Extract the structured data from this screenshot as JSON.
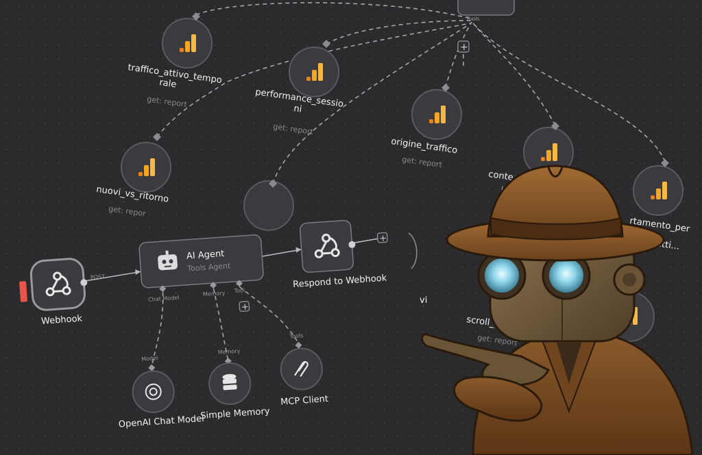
{
  "tools_top": [
    {
      "name": "traffico_attivo_tempo",
      "name2": "rale",
      "sub": "get: report"
    },
    {
      "name": "performance_sessio",
      "name2": "ni",
      "sub": "get: report"
    },
    {
      "name": "origine_traffico",
      "name2": "",
      "sub": "get: report"
    },
    {
      "name": "conte",
      "name2": "i_",
      "sub": ""
    },
    {
      "name": "nuovi_vs_ritorno",
      "name2": "",
      "sub": "get: repor"
    },
    {
      "name": "rtamento_per",
      "name2": "_della_setti...",
      "sub": ""
    },
    {
      "name": "scroll_",
      "name2": "",
      "sub": "get: report"
    }
  ],
  "tools_connector_label": "Tools",
  "webhook": {
    "label": "Webhook",
    "edge_label": "POST"
  },
  "agent": {
    "title": "AI Agent",
    "subtitle": "Tools Agent",
    "port_chat": "Chat Model",
    "port_memory": "Memory",
    "port_tool": "Tool"
  },
  "respond": {
    "label": "Respond to Webhook"
  },
  "subnodes": [
    {
      "label": "OpenAI Chat Model",
      "top": "Model"
    },
    {
      "label": "Simple Memory",
      "top": "Memory"
    },
    {
      "label": "MCP Client",
      "top": "Tools"
    }
  ],
  "partial_text": "vi",
  "colors": {
    "accent": "#f5a623",
    "accent2": "#e8831b",
    "background": "#2b2b2e",
    "node": "#3a3a3f",
    "error": "#e8544a"
  }
}
